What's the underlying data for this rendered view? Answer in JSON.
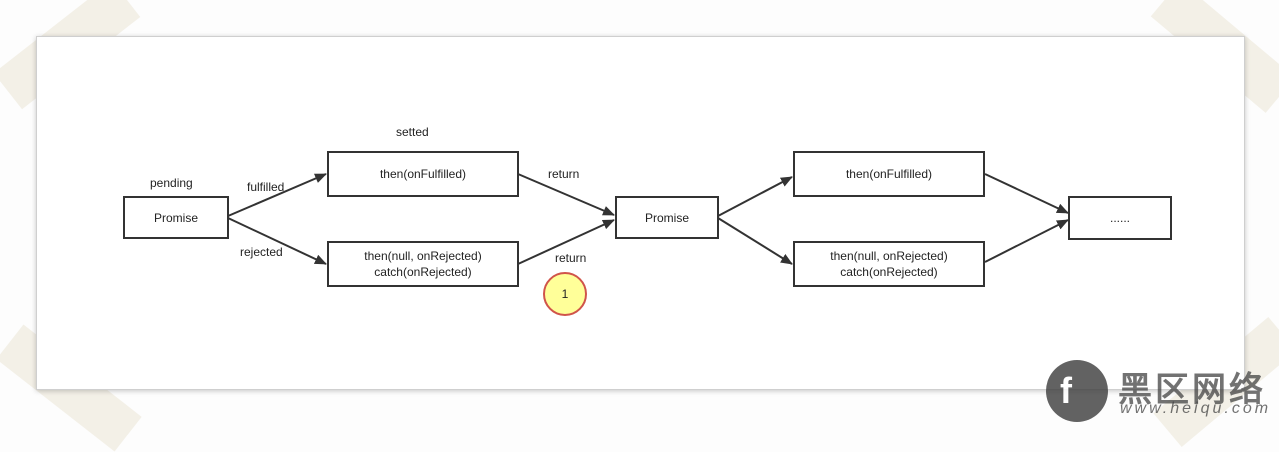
{
  "diagram": {
    "nodes": {
      "promise_1": "Promise",
      "then_fulfilled_1": "then(onFulfilled)",
      "then_rejected_1": [
        "then(null, onRejected)",
        "catch(onRejected)"
      ],
      "promise_2": "Promise",
      "then_fulfilled_2": "then(onFulfilled)",
      "then_rejected_2": [
        "then(null, onRejected)",
        "catch(onRejected)"
      ],
      "ellipsis": "......"
    },
    "labels": {
      "pending": "pending",
      "setted": "setted",
      "fulfilled": "fulfilled",
      "rejected": "rejected",
      "return_top": "return",
      "return_bottom": "return"
    },
    "badge": "1"
  },
  "watermark": {
    "logo_glyph": "f",
    "brand": "黑区网络",
    "url": "www.heiqu.com"
  }
}
